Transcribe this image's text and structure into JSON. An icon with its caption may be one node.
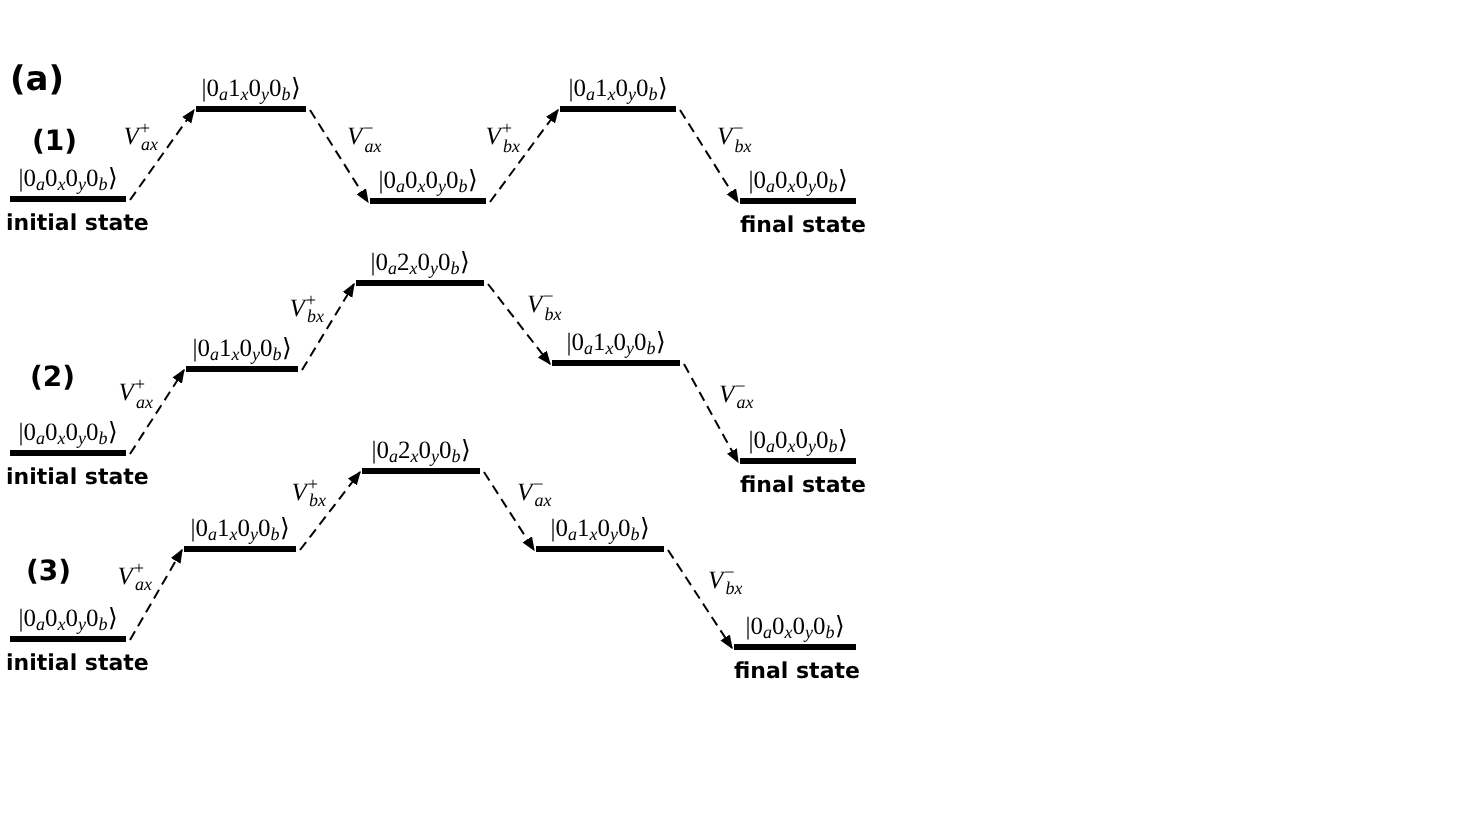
{
  "diagram": {
    "nodes": [
      {
        "text": [
          "|0$_{a}$0$_{x}$0$_{y}$0$_{b}$⟩"
        ],
        "beside": [
          "initial state"
        ]
      },
      {
        "text": [
          "|0$_{a}$1$_{x}$0$_{y}$0$_{b}$⟩"
        ]
      },
      {
        "text": [
          "|0$_{a}$0$_{x}$0$_{y}$0$_{b}$⟩"
        ]
      },
      {
        "text": [
          "|0$_{a}$1$_{x}$0$_{y}$0$_{b}$⟩"
        ]
      },
      {
        "text": [
          "|0$_{a}$0$_{x}$0$_{y}$0$_{b}$⟩"
        ],
        "beside": [
          "final state"
        ]
      },
      {
        "text": [
          "|0$_{a}$0$_{x}$0$_{y}$0$_{b}$⟩"
        ],
        "beside": [
          "initial state"
        ]
      },
      {
        "text": [
          "|0$_{a}$1$_{x}$0$_{y}$0$_{b}$⟩"
        ]
      },
      {
        "text": [
          "|0$_{a}$2$_{x}$0$_{y}$0$_{b}$⟩"
        ]
      },
      {
        "text": [
          "|0$_{a}$1$_{x}$0$_{y}$0$_{b}$⟩"
        ]
      },
      {
        "text": [
          "|0$_{a}$0$_{x}$0$_{y}$0$_{b}$⟩"
        ],
        "beside": [
          "final state"
        ]
      },
      {
        "text": [
          "|0$_{a}$0$_{x}$0$_{y}$0$_{b}$⟩"
        ],
        "beside": [
          "initial state"
        ]
      },
      {
        "text": [
          "|0$_{a}$1$_{x}$0$_{y}$0$_{b}$⟩"
        ]
      },
      {
        "text": [
          "|0$_{a}$2$_{x}$0$_{y}$0$_{b}$⟩"
        ]
      },
      {
        "text": [
          "|0$_{a}$1$_{x}$0$_{y}$0$_{b}$⟩"
        ]
      },
      {
        "text": [
          "|0$_{a}$0$_{x}$0$_{y}$0$_{b}$⟩"
        ],
        "beside": [
          "final state"
        ]
      }
    ],
    "edges": [
      {
        "from": 0,
        "to": 1,
        "arrow": "to",
        "style": "dashed",
        "label": "V$^{+}$$_{ax}$"
      },
      {
        "from": 1,
        "to": 2,
        "arrow": "to",
        "style": "dashed",
        "label": "V$^{−}$$_{ax}$"
      },
      {
        "from": 2,
        "to": 3,
        "arrow": "to",
        "style": "dashed",
        "label": "V$^{+}$$_{bx}$"
      },
      {
        "from": 3,
        "to": 4,
        "arrow": "to",
        "style": "dashed",
        "label": "V$^{−}$$_{bx}$"
      },
      {
        "from": 5,
        "to": 6,
        "arrow": "to",
        "style": "dashed",
        "label": "V$^{+}$$_{ax}$"
      },
      {
        "from": 6,
        "to": 7,
        "arrow": "to",
        "style": "dashed",
        "label": "V$^{+}$$_{bx}$"
      },
      {
        "from": 7,
        "to": 8,
        "arrow": "to",
        "style": "dashed",
        "label": "V$^{−}$$_{bx}$"
      },
      {
        "from": 8,
        "to": 9,
        "arrow": "to",
        "style": "dashed",
        "label": "V$^{−}$$_{ax}$"
      },
      {
        "from": 10,
        "to": 11,
        "arrow": "to",
        "style": "dashed",
        "label": "V$^{+}$$_{ax}$"
      },
      {
        "from": 11,
        "to": 12,
        "arrow": "to",
        "style": "dashed",
        "label": "V$^{+}$$_{bx}$"
      },
      {
        "from": 12,
        "to": 13,
        "arrow": "to",
        "style": "dashed",
        "label": "V$^{−}$$_{ax}$"
      },
      {
        "from": 13,
        "to": 14,
        "arrow": "to",
        "style": "dashed",
        "label": "V$^{−}$$_{bx}$"
      }
    ],
    "labels": [
      "(a)",
      "(1)",
      "(2)",
      "(3)"
    ]
  }
}
